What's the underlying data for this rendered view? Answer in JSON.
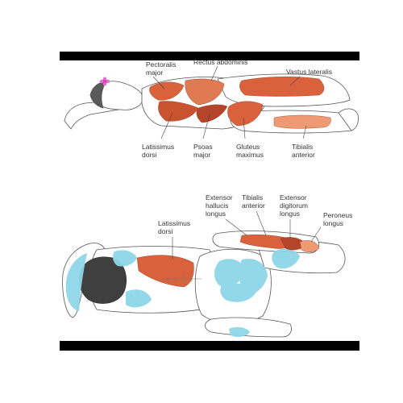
{
  "colors": {
    "muscle": "#d9623c",
    "muscle_dark": "#b4452a",
    "muscle_light": "#ef9a72",
    "stretch_blue": "#8ed6e8",
    "line": "#555555",
    "skin": "#ffffff",
    "hair": "#5a5a5a",
    "flower": "#d63fb2",
    "bar": "#000000"
  },
  "top_labels": {
    "pectoralis": [
      "Pectoralis",
      "major"
    ],
    "rectus": [
      "Rectus abdominis"
    ],
    "vastus": [
      "Vastus lateralis"
    ],
    "latissimus": [
      "Latissimus",
      "dorsi"
    ],
    "psoas": [
      "Psoas",
      "major"
    ],
    "gluteus": [
      "Gluteus",
      "maximus"
    ],
    "tibialis": [
      "Tibialis",
      "anterior"
    ]
  },
  "bottom_labels": {
    "latissimus": [
      "Latissimus",
      "dorsi"
    ],
    "ext_hallucis": [
      "Extensor",
      "hallucis",
      "longus"
    ],
    "tibialis": [
      "Tibialis",
      "anterior"
    ],
    "ext_digitorum": [
      "Extensor",
      "digitorum",
      "longus"
    ],
    "peroneus": [
      "Peroneus",
      "longus"
    ]
  }
}
